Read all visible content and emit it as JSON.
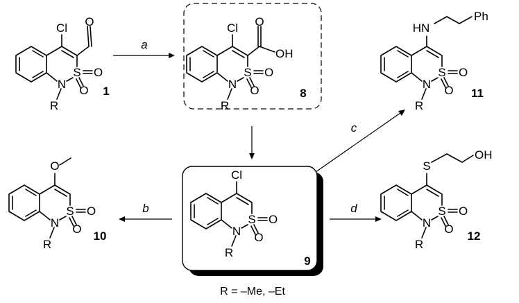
{
  "compounds": {
    "c1": {
      "id": "1",
      "cl": "Cl",
      "s": "S",
      "n": "N",
      "r": "R",
      "o_top": "O",
      "o_right": "O",
      "o_bottom": "O"
    },
    "c8": {
      "id": "8",
      "cl": "Cl",
      "s": "S",
      "n": "N",
      "r": "R",
      "o_acid": "O",
      "oh": "OH",
      "o_right": "O",
      "o_bottom": "O"
    },
    "c9": {
      "id": "9",
      "cl": "Cl",
      "s": "S",
      "n": "N",
      "r": "R",
      "o_right": "O",
      "o_bottom": "O"
    },
    "c10": {
      "id": "10",
      "o_methoxy": "O",
      "s": "S",
      "n": "N",
      "r": "R",
      "o_right": "O",
      "o_bottom": "O"
    },
    "c11": {
      "id": "11",
      "hn": "HN",
      "ph": "Ph",
      "s": "S",
      "n": "N",
      "r": "R",
      "o_right": "O",
      "o_bottom": "O"
    },
    "c12": {
      "id": "12",
      "sub_s": "S",
      "oh": "OH",
      "s": "S",
      "n": "N",
      "r": "R",
      "o_right": "O",
      "o_bottom": "O"
    }
  },
  "reactions": {
    "a": "a",
    "b": "b",
    "c": "c",
    "d": "d"
  },
  "footnote": "R = –Me, –Et",
  "colors": {
    "ink": "#000000",
    "box_shadow": "#000000"
  }
}
